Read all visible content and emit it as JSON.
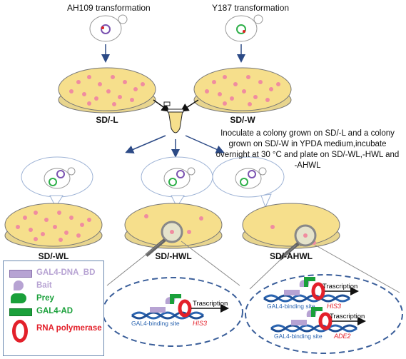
{
  "header": {
    "left_title": "AH109 transformation",
    "right_title": "Y187 transformation"
  },
  "plates": {
    "top_left": "SD/-L",
    "top_right": "SD/-W",
    "bottom_left": "SD/-WL",
    "bottom_mid": "SD/-HWL",
    "bottom_right": "SD/-AHWL"
  },
  "note": "Inoculate a colony grown on SD/-L and a colony grown on SD/-W in YPDA medium,incubate overnight at 30 °C and plate on SD/-WL,-HWL and -AHWL",
  "zoom_left": {
    "transcription": "Trascription",
    "binding_site": "GAL4-binding site",
    "gene": "HIS3"
  },
  "zoom_right": {
    "transcription_1": "Trascription",
    "binding_site_1": "GAL4-binding site",
    "gene_1": "HIS3",
    "transcription_2": "Trascription",
    "binding_site_2": "GAL4-binding site",
    "gene_2": "ADE2"
  },
  "legend": {
    "items": [
      {
        "label": "GAL4-DNA_BD",
        "color": "#b7a3d3"
      },
      {
        "label": "Bait",
        "color": "#b7a3d3"
      },
      {
        "label": "Prey",
        "color": "#1aa03a"
      },
      {
        "label": "GAL4-AD",
        "color": "#1aa03a"
      },
      {
        "label": "RNA polymerase",
        "color": "#e3202a"
      }
    ]
  },
  "colors": {
    "plate_fill": "#f6df8c",
    "colony": "#f08ca0",
    "arrow": "#2c4a86",
    "dna": "#2a64b0",
    "zoom_border": "#3b5f9a"
  }
}
